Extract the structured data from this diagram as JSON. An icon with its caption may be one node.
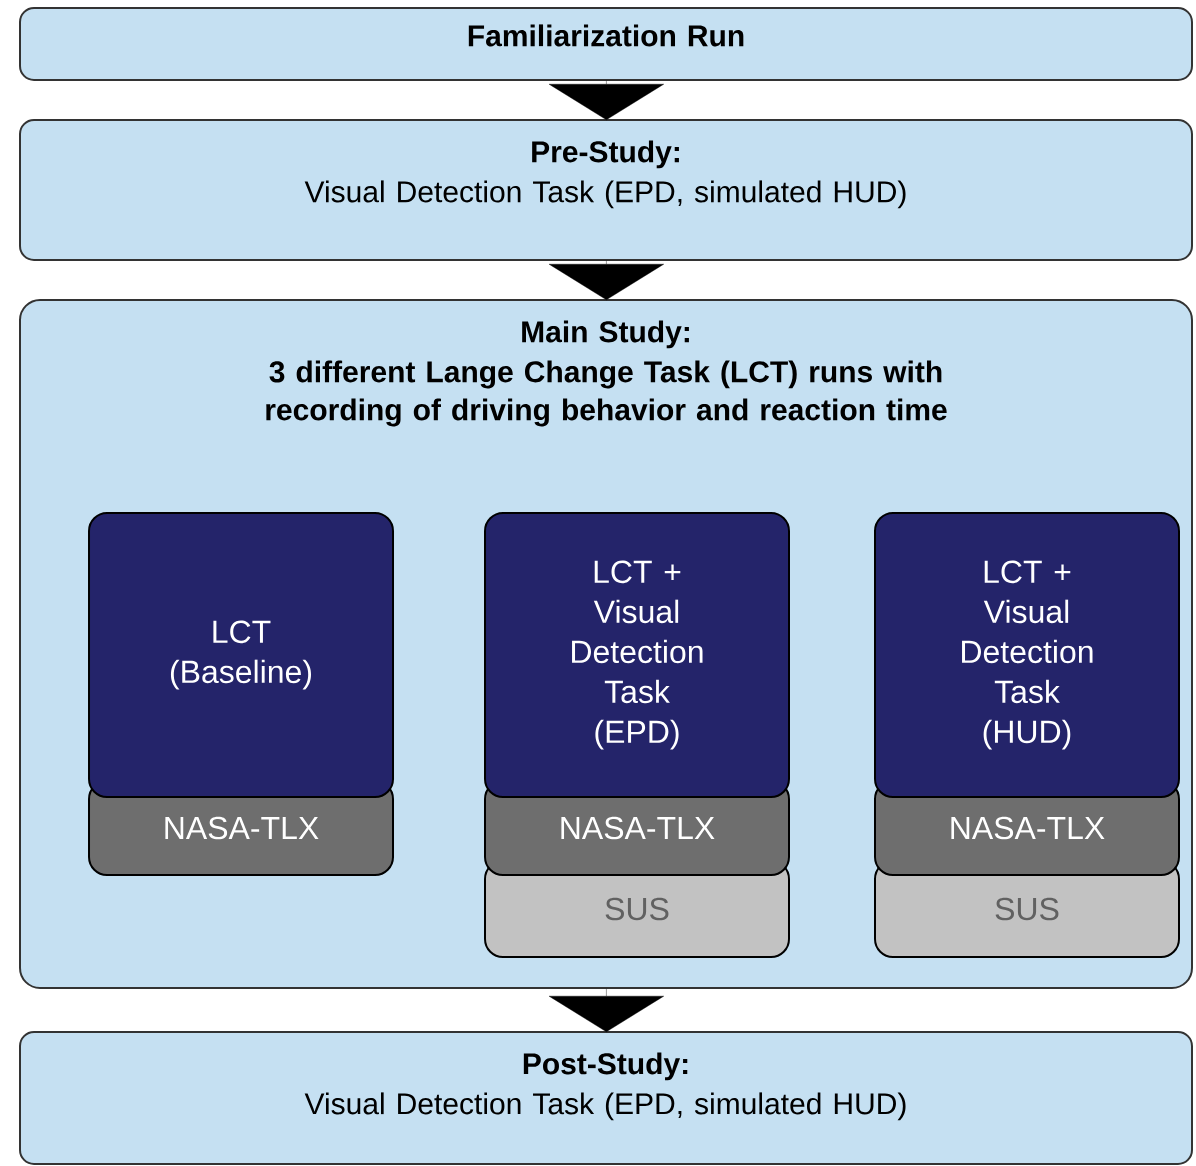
{
  "diagram": {
    "nodes": [
      {
        "text": [
          "Familiarization Run"
        ]
      },
      {
        "text": [
          "Pre-Study:",
          "Visual Detection Task (EPD, simulated HUD)"
        ]
      },
      {
        "text": [
          "Main Study:",
          "3 different Lange Change Task (LCT) runs with recording of driving behavior and reaction time"
        ]
      },
      {
        "text": [
          "LCT (Baseline)"
        ],
        "in": 2
      },
      {
        "text": [
          "NASA-TLX"
        ],
        "in": 2
      },
      {
        "text": [
          "LCT + Visual Detection Task (EPD)"
        ],
        "in": 2
      },
      {
        "text": [
          "NASA-TLX"
        ],
        "in": 2
      },
      {
        "text": [
          "SUS"
        ],
        "in": 2
      },
      {
        "text": [
          "LCT + Visual Detection Task (HUD)"
        ],
        "in": 2
      },
      {
        "text": [
          "NASA-TLX"
        ],
        "in": 2
      },
      {
        "text": [
          "SUS"
        ],
        "in": 2
      },
      {
        "text": [
          "Post-Study:",
          "Visual Detection Task (EPD, simulated HUD)"
        ]
      }
    ],
    "edges": [
      {
        "from": 0,
        "to": 1,
        "arrow": "to"
      },
      {
        "from": 1,
        "to": 2,
        "arrow": "to"
      },
      {
        "from": 2,
        "to": 11,
        "arrow": "to"
      }
    ]
  }
}
